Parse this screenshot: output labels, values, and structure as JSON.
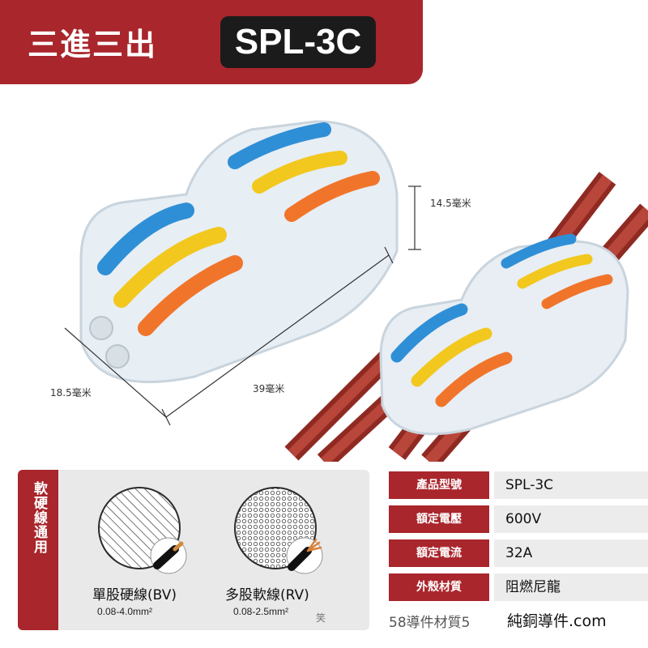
{
  "header": {
    "title": "三進三出",
    "model": "SPL-3C"
  },
  "dimensions": {
    "height": "14.5毫米",
    "width": "18.5毫米",
    "length": "39毫米"
  },
  "wire_panel": {
    "side_label": "軟硬線通用",
    "solid": {
      "label": "單股硬線(BV)",
      "range": "0.08-4.0mm²"
    },
    "stranded": {
      "label": "多股軟線(RV)",
      "range": "0.08-2.5mm²"
    }
  },
  "specs": [
    {
      "key": "產品型號",
      "value": "SPL-3C"
    },
    {
      "key": "額定電壓",
      "value": "600V"
    },
    {
      "key": "額定電流",
      "value": "32A"
    },
    {
      "key": "外殼材質",
      "value": "阻燃尼龍"
    }
  ],
  "footer": {
    "left_mark": "笑",
    "middle_mark": "58導件材質5",
    "brand": "純銅導件.com"
  },
  "colors": {
    "accent": "#a9262c",
    "lever_blue": "#2f8fd6",
    "lever_yellow": "#f2c81e",
    "lever_orange": "#f0752b",
    "wire_red": "#b23a2e"
  }
}
